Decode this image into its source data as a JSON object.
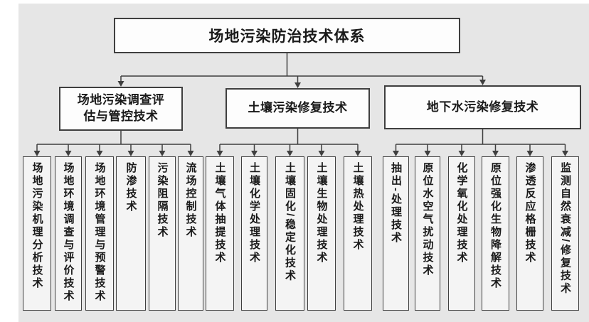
{
  "diagram": {
    "root": "场地污染防治技术体系",
    "branches": [
      {
        "label": "场地污染调查评估与管控技术",
        "children": [
          "场地污染机理分析技术",
          "场地环境调查与评价技术",
          "场地环境管理与预警技术",
          "防渗技术",
          "污染阻隔技术",
          "流场控制技术"
        ]
      },
      {
        "label": "土壤污染修复技术",
        "children": [
          "土壤气体抽提技术",
          "土壤化学处理技术",
          "土壤固化/稳定化技术",
          "土壤生物处理技术",
          "土壤热处理技术"
        ]
      },
      {
        "label": "地下水污染修复技术",
        "children": [
          "抽出-处理技术",
          "原位水空气扰动技术",
          "化学氧化处理技术",
          "原位强化生物降解技术",
          "渗透反应格栅技术",
          "监测自然衰减/修复技术"
        ]
      }
    ],
    "colors": {
      "panel_bg": "#e6e6e6",
      "box_border": "#3f3f3f",
      "connector_line": "#3f3f3f",
      "text": "#1a1a1a"
    }
  }
}
